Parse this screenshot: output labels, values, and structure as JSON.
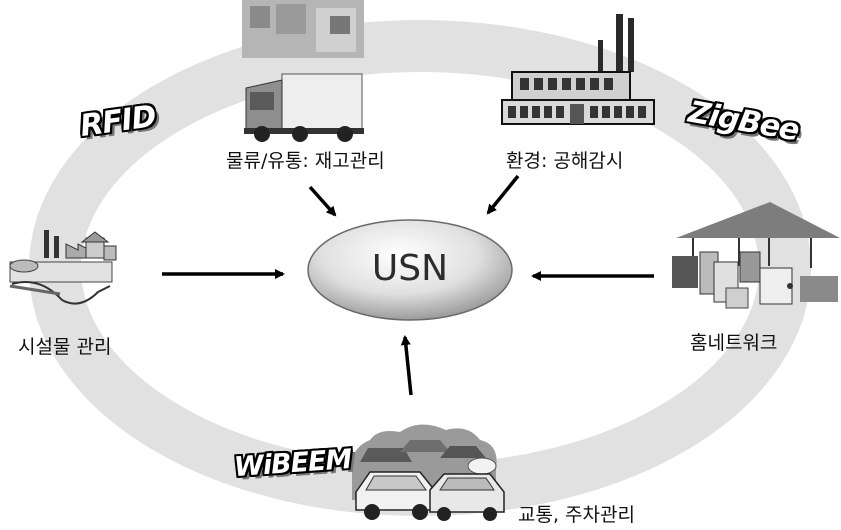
{
  "center": {
    "label": "USN"
  },
  "nodes": {
    "logistics": {
      "label": "물류/유통: 재고관리",
      "icon": "delivery-truck"
    },
    "environment": {
      "label": "환경: 공해감시",
      "icon": "factory-building"
    },
    "facility": {
      "label": "시설물 관리",
      "icon": "industrial-plant"
    },
    "home_network": {
      "label": "홈네트워크",
      "icon": "house-appliances"
    },
    "traffic": {
      "label": "교통, 주차관리",
      "icon": "traffic-cars"
    }
  },
  "technologies": {
    "rfid": "RFID",
    "zigbee": "ZigBee",
    "wibeem": "WiBEEM"
  }
}
